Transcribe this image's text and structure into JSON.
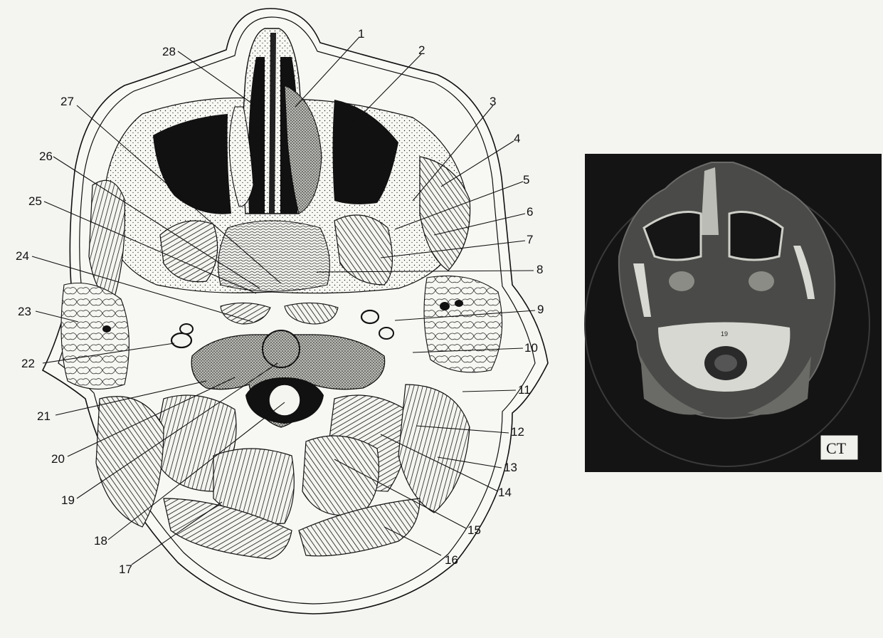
{
  "diagram": {
    "labels": [
      "1",
      "2",
      "3",
      "4",
      "5",
      "6",
      "7",
      "8",
      "9",
      "10",
      "11",
      "12",
      "13",
      "14",
      "15",
      "16",
      "17",
      "18",
      "19",
      "20",
      "21",
      "22",
      "23",
      "24",
      "25",
      "26",
      "27",
      "28"
    ]
  },
  "ct_panel": {
    "badge": "CT",
    "vertebra_mark": "19"
  }
}
